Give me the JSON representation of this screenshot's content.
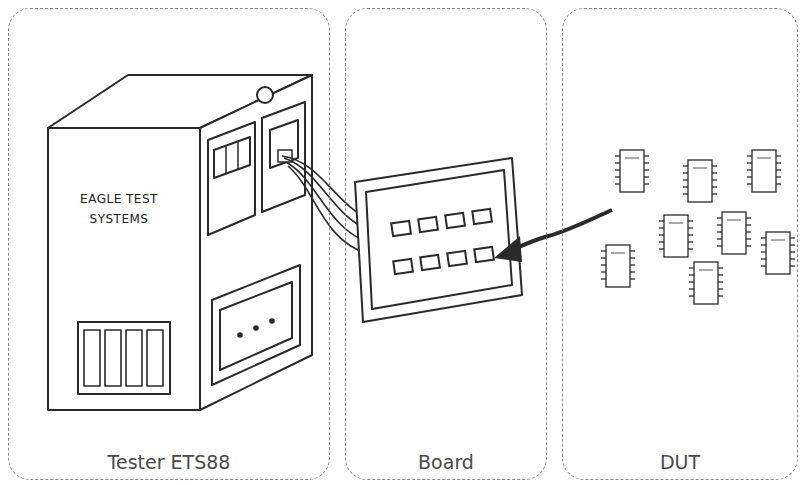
{
  "diagram": {
    "nodes": [
      {
        "text": [
          "Tester ETS88"
        ]
      },
      {
        "text": [
          "EAGLE TEST SYSTEMS"
        ],
        "in": 0
      },
      {
        "text": [
          "Board"
        ]
      },
      {
        "text": [
          "DUT"
        ]
      }
    ]
  }
}
